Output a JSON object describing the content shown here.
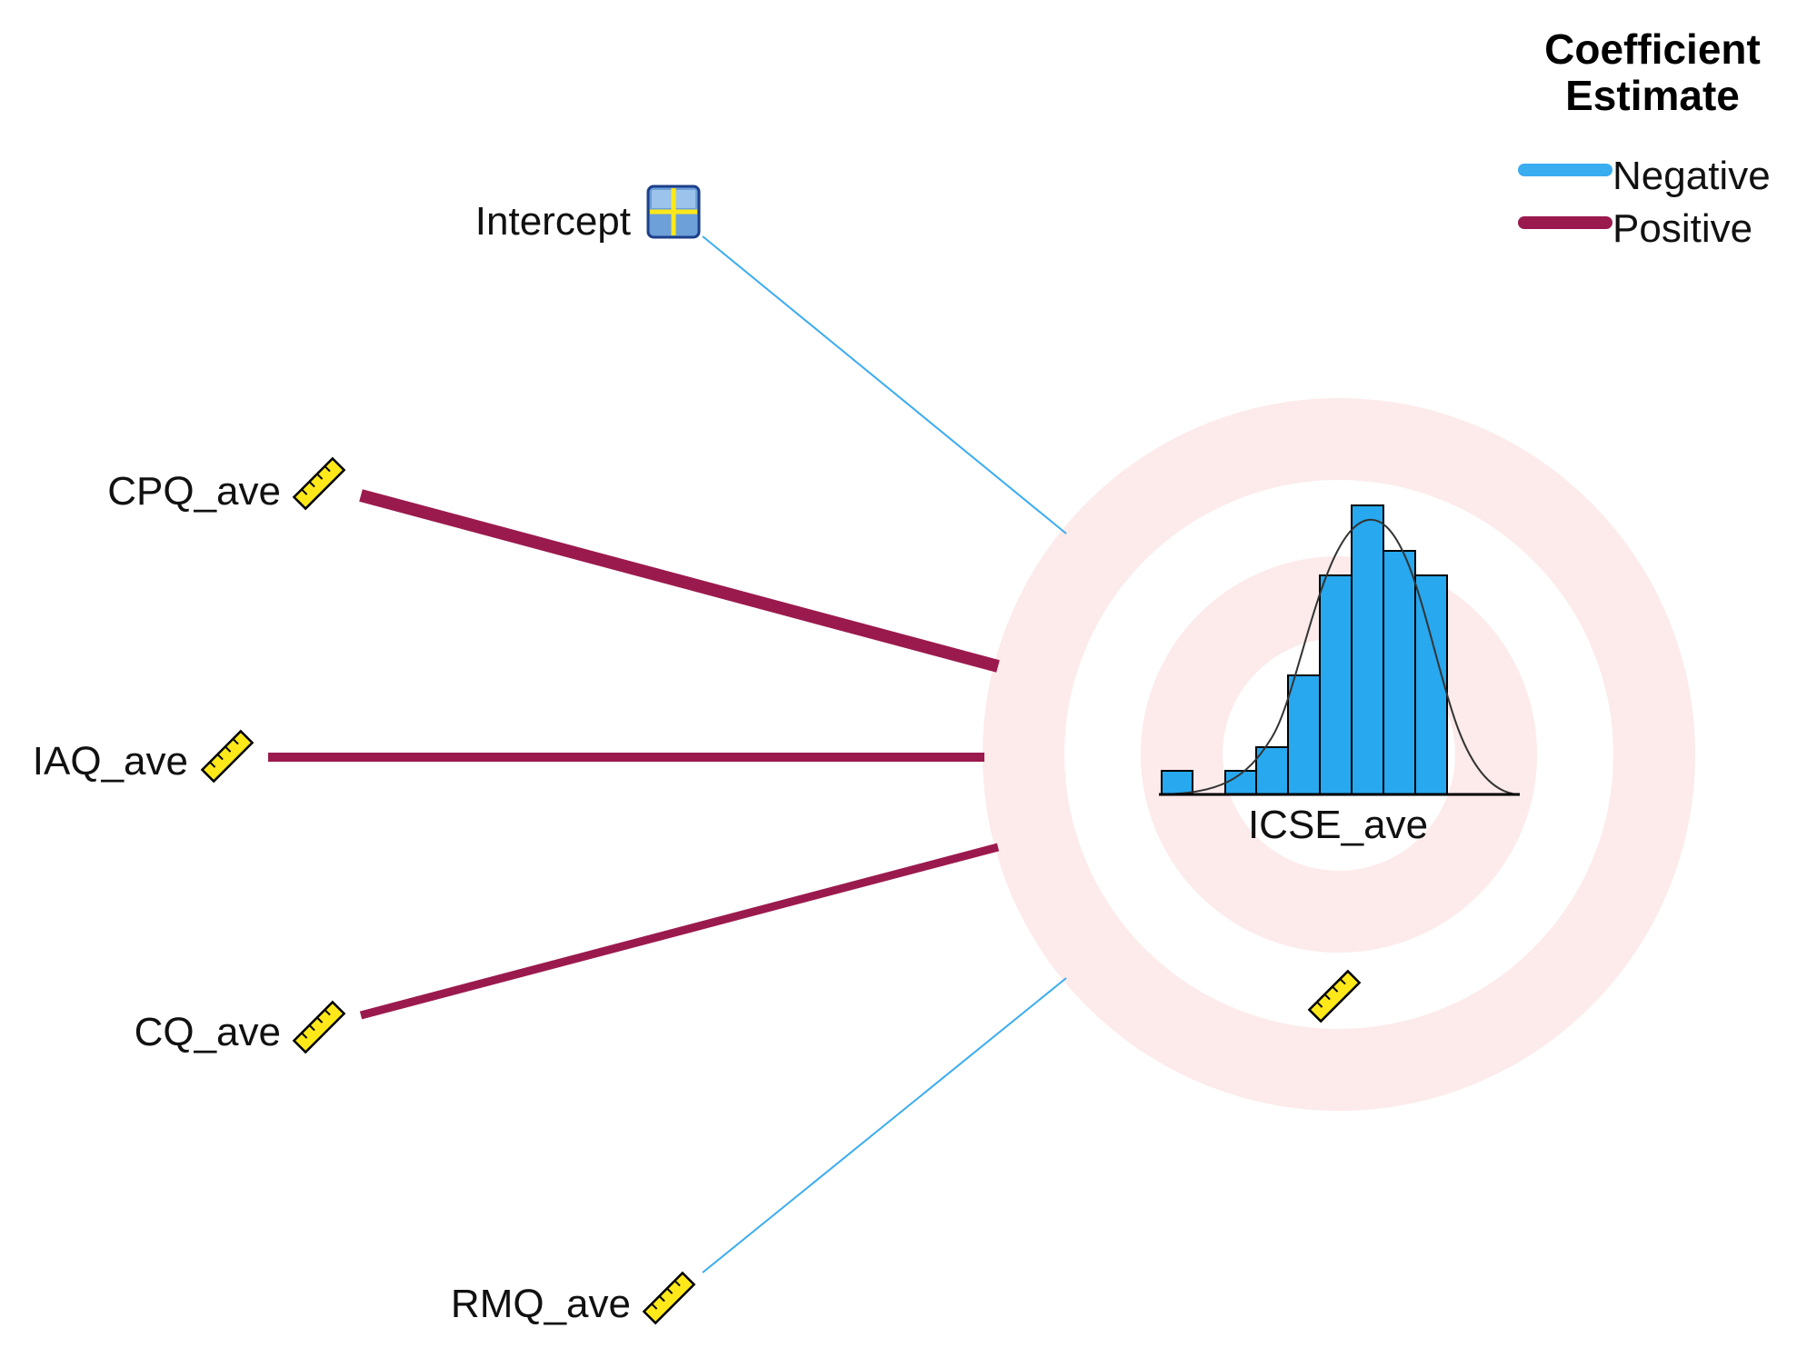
{
  "legend": {
    "title_line1": "Coefficient",
    "title_line2": "Estimate",
    "items": [
      {
        "label": "Negative",
        "color": "#3aacf0"
      },
      {
        "label": "Positive",
        "color": "#9b1a4e"
      }
    ]
  },
  "target": {
    "label": "ICSE_ave",
    "icon": "ruler-icon"
  },
  "predictors": [
    {
      "label": "Intercept",
      "icon": "intercept-grid-icon",
      "sign": "Negative"
    },
    {
      "label": "CPQ_ave",
      "icon": "ruler-icon",
      "sign": "Positive"
    },
    {
      "label": "IAQ_ave",
      "icon": "ruler-icon",
      "sign": "Positive"
    },
    {
      "label": "CQ_ave",
      "icon": "ruler-icon",
      "sign": "Positive"
    },
    {
      "label": "RMQ_ave",
      "icon": "ruler-icon",
      "sign": "Negative"
    }
  ],
  "colors": {
    "negative": "#3aacf0",
    "positive": "#9b1a4e",
    "ring": "#fdeaea",
    "histogram_bar": "#27a8ef"
  }
}
